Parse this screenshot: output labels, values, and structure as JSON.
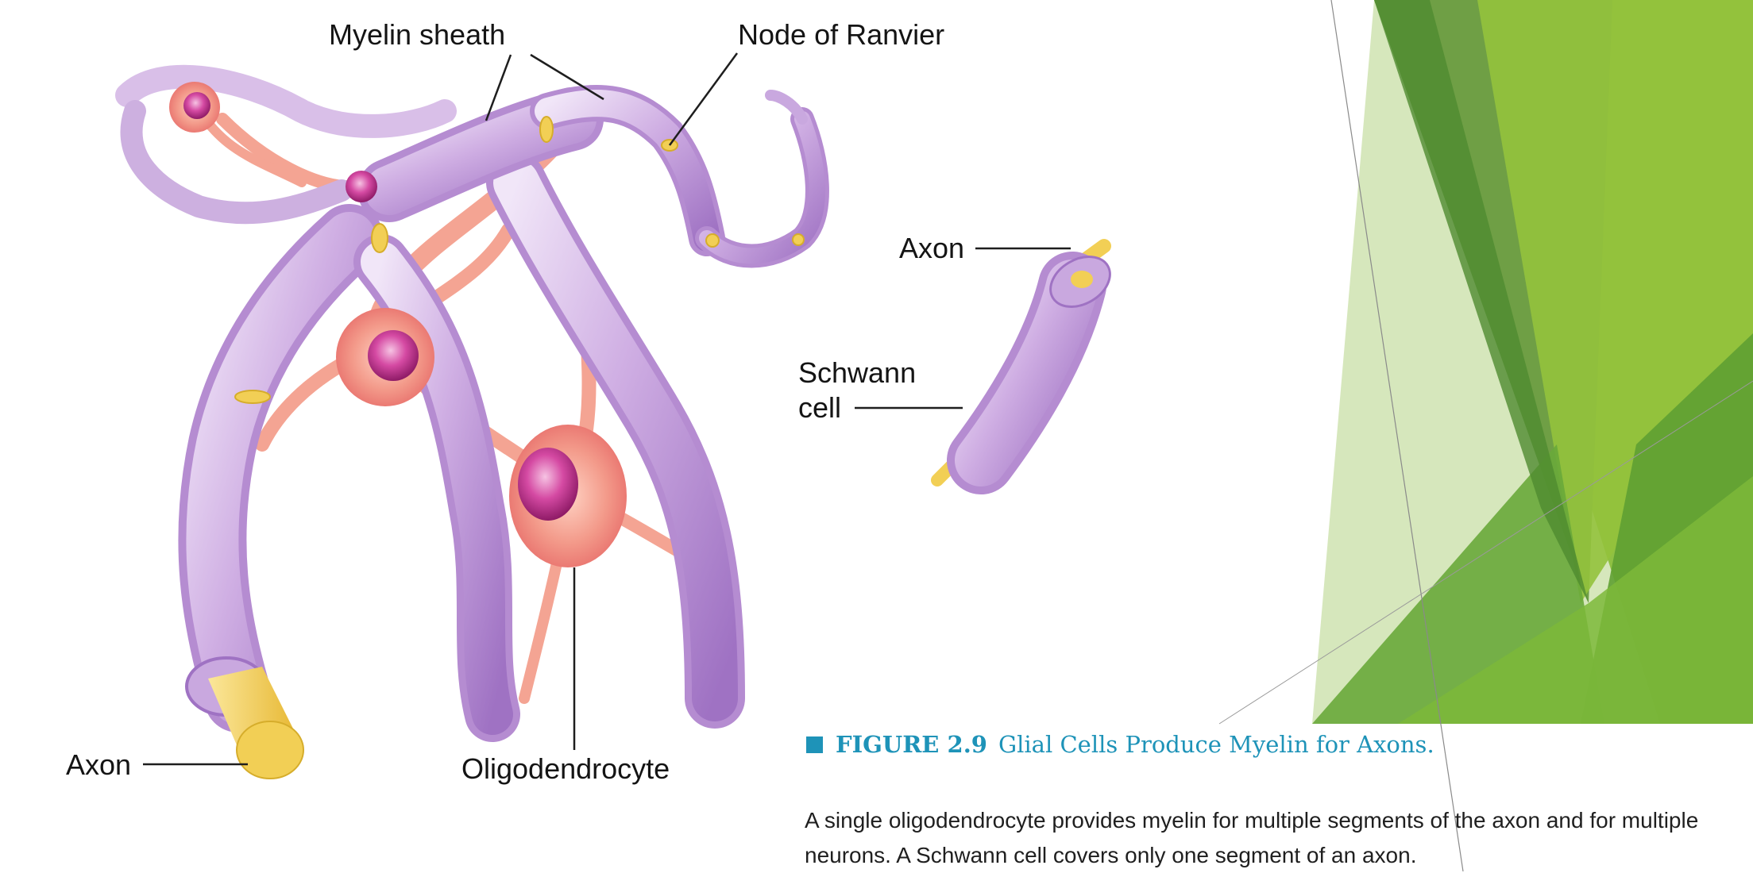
{
  "labels": {
    "myelin_sheath": "Myelin sheath",
    "node_of_ranvier": "Node of Ranvier",
    "axon_right": "Axon",
    "schwann_line1": "Schwann",
    "schwann_line2": "cell",
    "axon_left": "Axon",
    "oligodendrocyte": "Oligodendrocyte"
  },
  "caption": {
    "figure_number": "FIGURE 2.9",
    "title": "Glial Cells Produce Myelin for Axons.",
    "description": "A single oligodendrocyte provides myelin for multiple segments of the axon and for multiple neurons. A Schwann cell covers only one segment of an axon."
  },
  "colors": {
    "myelin": "#c7a3dc",
    "myelin_highlight": "#f1e6f8",
    "cell_body": "#f28d82",
    "nucleus": "#b0257d",
    "axon": "#f2cf55",
    "accent_caption": "#1e93b8",
    "green_dark": "#5c9a35",
    "green_light": "#9ccb3f"
  }
}
